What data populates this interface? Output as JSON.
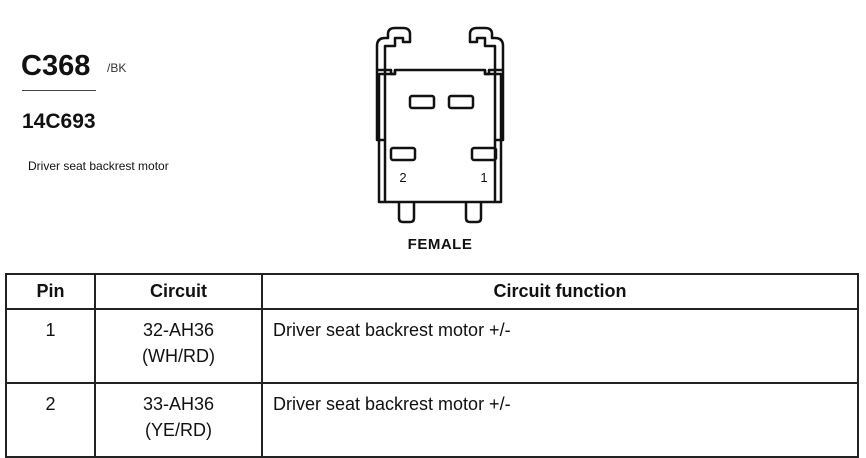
{
  "connector": {
    "id": "C368",
    "color_code": "/BK",
    "part_number": "14C693",
    "description": "Driver seat backrest motor"
  },
  "diagram": {
    "pin_labels": [
      "2",
      "1"
    ],
    "gender": "FEMALE"
  },
  "table": {
    "headers": {
      "pin": "Pin",
      "circuit": "Circuit",
      "function": "Circuit function"
    },
    "rows": [
      {
        "pin": "1",
        "circuit": "32-AH36",
        "wire": "(WH/RD)",
        "function": "Driver seat backrest motor +/-"
      },
      {
        "pin": "2",
        "circuit": "33-AH36",
        "wire": "(YE/RD)",
        "function": "Driver seat backrest motor +/-"
      }
    ]
  }
}
